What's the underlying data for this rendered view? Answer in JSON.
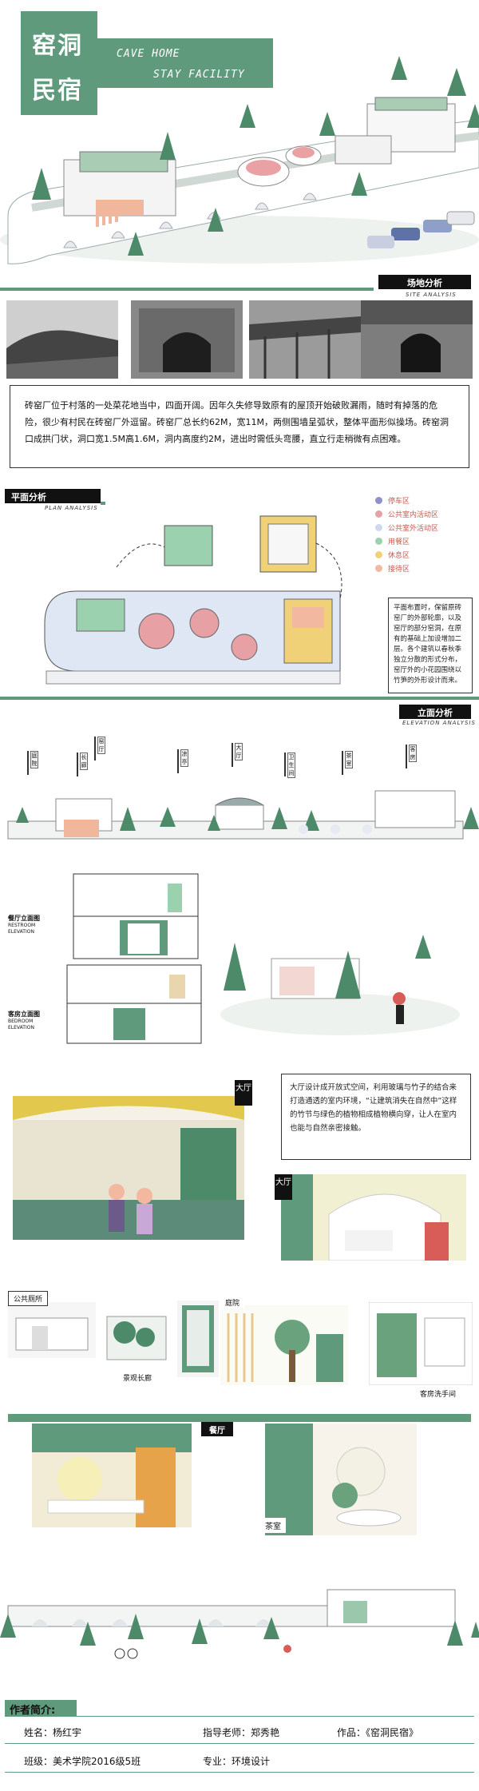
{
  "header": {
    "title_line1": "窑洞",
    "title_line2": "民宿",
    "eng_line1": "CAVE HOME",
    "eng_line2": "STAY FACILITY"
  },
  "sections": {
    "site": {
      "label": "场地分析",
      "sub": "SITE ANALYSIS"
    },
    "plan": {
      "label": "平面分析",
      "sub": "PLAN ANALYSIS"
    },
    "elevation": {
      "label": "立面分析",
      "sub": "ELEVATION ANALYSIS"
    }
  },
  "site_description": "砖窑厂位于村落的一处菜花地当中，四面开阔。因年久失修导致原有的屋顶开始破败漏雨，随时有掉落的危险，很少有村民在砖窑厂外逗留。砖窑厂总长约62M，宽11M，两侧围墙呈弧状，整体平面形似操场。砖窑洞口成拱门状，洞口宽1.5M高1.6M，洞内高度约2M，进出时需低头弯腰，直立行走稍微有点困难。",
  "legend": [
    {
      "label": "停车区",
      "color": "#8e92c8"
    },
    {
      "label": "公共室内活动区",
      "color": "#e7a0a4"
    },
    {
      "label": "公共室外活动区",
      "color": "#cfd7ec"
    },
    {
      "label": "用餐区",
      "color": "#9bd1ae"
    },
    {
      "label": "休息区",
      "color": "#f0d178"
    },
    {
      "label": "接待区",
      "color": "#f3b9a0"
    }
  ],
  "plan_note": "平面布置时，保留原砖窑厂的外部轮廓，以及窑厅的部分窑洞，在原有的基础上加设增加二层。各个建筑以春秋季独立分散的形式分布，窑厅外的小花园围绕以竹笋的外形设计而来。",
  "elevation_pins": [
    "庭院",
    "长廊",
    "窑厅",
    "凉亭",
    "大厅",
    "卫生间",
    "茶室",
    "客房"
  ],
  "section_labels": {
    "restaurant_cn": "餐厅立面图",
    "restaurant_en": "RESTROOM ELEVATION",
    "guestroom_cn": "客房立面图",
    "guestroom_en": "BEDROOM ELEVATION"
  },
  "hall_note": "大厅设计成开放式空间，利用玻璃与竹子的结合来打造通透的室内环境，“让建筑消失在自然中”这样的竹节与绿色的植物相成植物横向穿，让人在室内也能与自然亲密接触。",
  "interior_labels": {
    "hall1": "大厅",
    "hall2": "大厅",
    "public_toilet": "公共厕所",
    "gallery": "景观长廊",
    "courtyard": "庭院",
    "guest_wash": "客房洗手间",
    "restaurant": "餐厅",
    "tea_room": "茶室"
  },
  "footer": {
    "heading": "作者简介:",
    "name": "姓名：杨红宇",
    "advisor": "指导老师：郑秀艳",
    "work": "作品：《窑洞民宿》",
    "class": "班级：美术学院2016级5班",
    "major": "专业：环境设计"
  },
  "colors": {
    "accent": "#5f9a7c",
    "dark": "#111111"
  }
}
